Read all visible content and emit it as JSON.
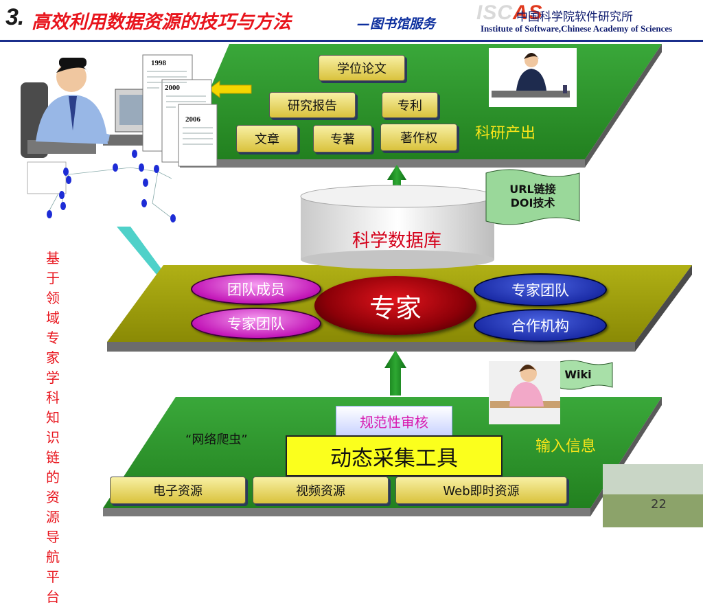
{
  "header": {
    "number": "3.",
    "title": "高效利用数据资源的技巧与方法",
    "subtitle": "—图书馆服务",
    "logo_prefix": "ISC",
    "logo_suffix": "AS",
    "org_cn": "中国科学院软件研究所",
    "org_en": "Institute of Software,Chinese Academy of Sciences"
  },
  "top_layer": {
    "label": "科研产出",
    "items": {
      "thesis": "学位论文",
      "report": "研究报告",
      "patent": "专利",
      "article": "文章",
      "monograph": "专著",
      "copyright": "著作权"
    }
  },
  "database": {
    "label": "科学数据库",
    "flag_line1": "URL链接",
    "flag_line2": "DOI技术"
  },
  "middle_layer": {
    "center": "专家",
    "left_top": "团队成员",
    "left_bottom": "专家团队",
    "right_top": "专家团队",
    "right_bottom": "合作机构"
  },
  "bottom_layer": {
    "label": "输入信息",
    "review": "规范性审核",
    "crawler": "“网络爬虫”",
    "tool": "动态采集工具",
    "wiki": "Wiki",
    "sources": [
      "电子资源",
      "视频资源",
      "Web即时资源"
    ]
  },
  "documents": {
    "years": [
      "1998",
      "2000",
      "2006"
    ]
  },
  "side_text": [
    "基于",
    "领域",
    "专家",
    "学科",
    "知识",
    "链的",
    "资源",
    "导航",
    "平台"
  ],
  "page_number": "22",
  "colors": {
    "layer_green": "#2f9a2f",
    "layer_olive": "#9a9a0a",
    "title_red": "#e8141c",
    "subtitle_blue": "#0d2f9e",
    "arrow_green": "#178a1f"
  }
}
